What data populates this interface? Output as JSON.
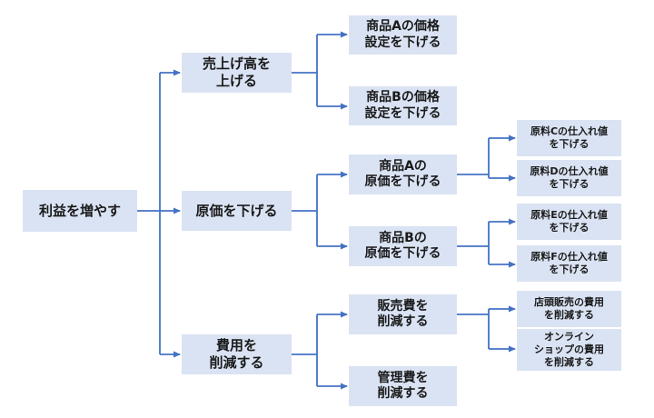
{
  "root": {
    "lines": [
      "利益を増やす"
    ]
  },
  "level1": [
    {
      "id": "sales",
      "lines": [
        "売上げ高を",
        "上げる"
      ]
    },
    {
      "id": "cost",
      "lines": [
        "原価を下げる"
      ]
    },
    {
      "id": "expense",
      "lines": [
        "費用を",
        "削減する"
      ]
    }
  ],
  "level2": [
    {
      "id": "priceA",
      "lines": [
        "商品Aの価格",
        "設定を下げる"
      ]
    },
    {
      "id": "priceB",
      "lines": [
        "商品Bの価格",
        "設定を下げる"
      ]
    },
    {
      "id": "costA",
      "lines": [
        "商品Aの",
        "原価を下げる"
      ]
    },
    {
      "id": "costB",
      "lines": [
        "商品Bの",
        "原価を下げる"
      ]
    },
    {
      "id": "salesExp",
      "lines": [
        "販売費を",
        "削減する"
      ]
    },
    {
      "id": "mgmtExp",
      "lines": [
        "管理費を",
        "削減する"
      ]
    }
  ],
  "level3": [
    {
      "id": "matC",
      "lines": [
        "原料Cの仕入れ値",
        "を下げる"
      ]
    },
    {
      "id": "matD",
      "lines": [
        "原料Dの仕入れ値",
        "を下げる"
      ]
    },
    {
      "id": "matE",
      "lines": [
        "原料Eの仕入れ値",
        "を下げる"
      ]
    },
    {
      "id": "matF",
      "lines": [
        "原料Fの仕入れ値",
        "を下げる"
      ]
    },
    {
      "id": "storeExp",
      "lines": [
        "店頭販売の費用",
        "を削減する"
      ]
    },
    {
      "id": "onlineExp",
      "lines": [
        "オンライン",
        "ショップの費用",
        "を削減する"
      ]
    }
  ],
  "colors": {
    "box": "#dae3f3",
    "connector": "#4472c4",
    "text": "#1a1a1a"
  }
}
